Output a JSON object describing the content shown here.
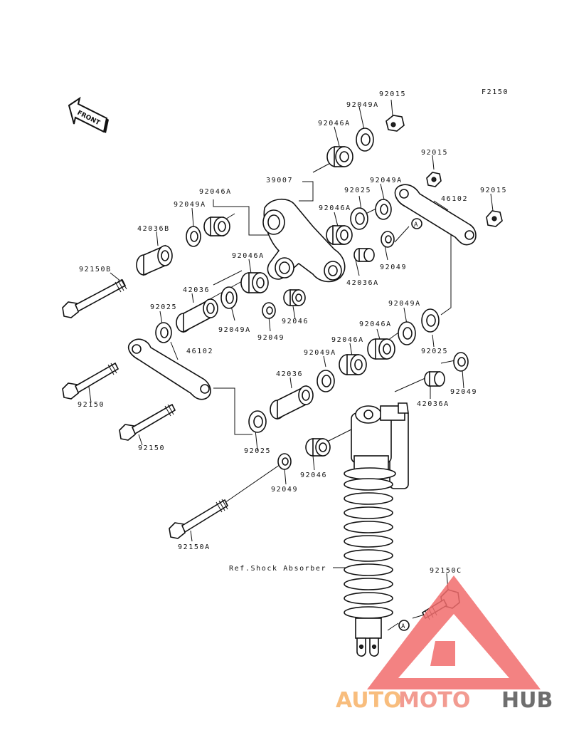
{
  "diagram_code": "F2150",
  "front_label": "FRONT",
  "ref_label": "Ref.Shock Absorber",
  "circle_marker": "A",
  "parts": [
    {
      "id": "p1",
      "label": "92015"
    },
    {
      "id": "p2",
      "label": "92049A"
    },
    {
      "id": "p3",
      "label": "92046A"
    },
    {
      "id": "p4",
      "label": "92015"
    },
    {
      "id": "p5",
      "label": "39007"
    },
    {
      "id": "p6",
      "label": "92049A"
    },
    {
      "id": "p7",
      "label": "92025"
    },
    {
      "id": "p8",
      "label": "92015"
    },
    {
      "id": "p9",
      "label": "46102"
    },
    {
      "id": "p10",
      "label": "92046A"
    },
    {
      "id": "p11",
      "label": "92049A"
    },
    {
      "id": "p12",
      "label": "92046A"
    },
    {
      "id": "p13",
      "label": "42036B"
    },
    {
      "id": "p14",
      "label": "92150B"
    },
    {
      "id": "p15",
      "label": "92046A"
    },
    {
      "id": "p16",
      "label": "92049"
    },
    {
      "id": "p17",
      "label": "42036A"
    },
    {
      "id": "p18",
      "label": "42036"
    },
    {
      "id": "p19",
      "label": "92025"
    },
    {
      "id": "p20",
      "label": "92049A"
    },
    {
      "id": "p21",
      "label": "92049"
    },
    {
      "id": "p22",
      "label": "92046"
    },
    {
      "id": "p23",
      "label": "92049A"
    },
    {
      "id": "p24",
      "label": "92046A"
    },
    {
      "id": "p25",
      "label": "92046A"
    },
    {
      "id": "p26",
      "label": "92049A"
    },
    {
      "id": "p27",
      "label": "92025"
    },
    {
      "id": "p28",
      "label": "46102"
    },
    {
      "id": "p29",
      "label": "92150"
    },
    {
      "id": "p30",
      "label": "42036"
    },
    {
      "id": "p31",
      "label": "42036A"
    },
    {
      "id": "p32",
      "label": "92049"
    },
    {
      "id": "p33",
      "label": "92150"
    },
    {
      "id": "p34",
      "label": "92025"
    },
    {
      "id": "p35",
      "label": "92046"
    },
    {
      "id": "p36",
      "label": "92049"
    },
    {
      "id": "p37",
      "label": "92150A"
    },
    {
      "id": "p38",
      "label": "92150C"
    }
  ],
  "watermark": {
    "part1": "AUTO",
    "part2": "MOTO",
    "part3": "HUB",
    "color1": "#f7b267",
    "color2": "#f08a7e",
    "color3": "#555555",
    "triangle_color": "#f26d6d"
  }
}
